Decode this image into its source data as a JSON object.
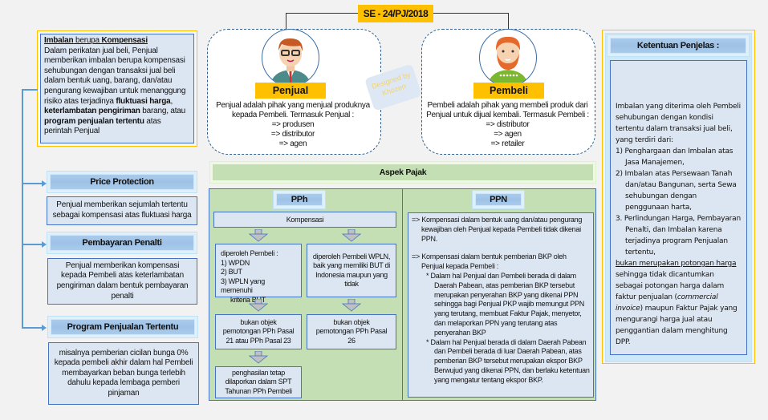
{
  "title": "SE - 24/PJ/2018",
  "watermark": {
    "line1": "Designed by",
    "line2": "Khozen"
  },
  "penjual": {
    "label": "Penjual",
    "desc_line1": "Penjual adalah pihak yang menjual produknya",
    "desc_line2": "kepada Pembeli. Termasuk Penjual :",
    "items": [
      "=> produsen",
      "=> distributor",
      "=> agen"
    ]
  },
  "pembeli": {
    "label": "Pembeli",
    "desc_line1": "Pembeli adalah pihak yang membeli produk dari",
    "desc_line2": "Penjual untuk dijual kembali. Termasuk Pembeli :",
    "items": [
      "=> distributor",
      "=> agen",
      "=> retailer"
    ]
  },
  "imbalan": {
    "heading_part1": "Imbalan",
    "heading_part2": " berupa ",
    "heading_part3": "Kompensasi",
    "text1": "Dalam perikatan jual beli, Penjual memberikan imbalan berupa kompensasi sehubungan dengan transaksi jual beli dalam bentuk uang, barang, dan/atau pengurang kewajiban untuk menanggung risiko atas terjadinya ",
    "bold1": "fluktuasi harga",
    "text2": ", ",
    "bold2": "keterlambatan pengiriman",
    "text3": " barang, atau ",
    "bold3": "program penjualan tertentu",
    "text4": " atas perintah Penjual"
  },
  "categories": [
    {
      "title": "Price Protection",
      "desc": "Penjual memberikan sejumlah tertentu sebagai kompensasi atas fluktuasi harga"
    },
    {
      "title": "Pembayaran Penalti",
      "desc": "Penjual memberikan kompensasi kepada Pembeli atas keterlambatan pengiriman dalam bentuk pembayaran penalti"
    },
    {
      "title": "Program Penjualan Tertentu",
      "desc": "misalnya pemberian cicilan bunga 0% kepada pembeli akhir dalam hal Pembeli membayarkan beban bunga terlebih dahulu kepada lembaga pemberi pinjaman"
    }
  ],
  "aspek_pajak": {
    "title": "Aspek Pajak",
    "pph": {
      "title": "PPh",
      "kompensasi": "Kompensasi",
      "left_box_heading": "diperoleh Pembeli :",
      "left_box_items": [
        "1) WPDN",
        "2) BUT",
        "3) WPLN yang memenuhi",
        "kriteria BUT"
      ],
      "right_box": "diperoleh Pembeli WPLN, baik yang memiliki BUT di Indonesia maupun yang tidak",
      "left_result": "bukan objek pemotongan PPh Pasal 21 atau PPh Pasal 23",
      "right_result": "bukan objek pemotongan PPh Pasal 26",
      "final": "penghasilan tetap dilaporkan dalam SPT Tahunan PPh Pembeli"
    },
    "ppn": {
      "title": "PPN",
      "point1": "=> Kompensasi dalam bentuk uang dan/atau pengurang kewajiban oleh Penjual kepada Pembeli tidak dikenai PPN.",
      "point2": "=> Kompensasi dalam bentuk pemberian BKP oleh Penjual kepada Pembeli :",
      "sub1": "* Dalam hal Penjual dan Pembeli berada di dalam Daerah Pabean, atas pemberian BKP tersebut merupakan penyerahan BKP yang dikenai PPN sehingga bagi Penjual PKP wajib memungut PPN yang terutang, membuat Faktur Pajak, menyetor, dan melaporkan PPN yang terutang atas penyerahan BKP",
      "sub2": "* Dalam hal Penjual berada di dalam Daerah Pabean dan Pembeli berada di luar Daerah Pabean, atas pemberian BKP tersebut merupakan ekspor BKP Berwujud yang dikenai PPN, dan berlaku ketentuan yang mengatur tentang ekspor BKP."
    }
  },
  "ketentuan": {
    "title": "Ketentuan Penjelas :",
    "intro": "Imbalan yang diterima oleh Pembeli sehubungan dengan kondisi tertentu dalam transaksi jual beli, yang terdiri dari:",
    "items": [
      "1) Penghargaan dan Imbalan atas Jasa Manajemen,",
      "2) Imbalan atas Persewaan Tanah dan/atau Bangunan, serta Sewa sehubungan dengan penggunaan harta,",
      "3. Perlindungan Harga, Pembayaran Penalti, dan Imbalan karena terjadinya program Penjualan tertentu,"
    ],
    "underlined": "bukan merupakan potongan harga",
    "text_a": " sehingga tidak dicantumkan sebagai potongan harga dalam faktur penjualan (",
    "italic": "commercial invoice",
    "text_b": ") maupun Faktur Pajak yang mengurangi harga jual atau penggantian dalam menghitung DPP."
  },
  "colors": {
    "accent_yellow": "#ffc000",
    "box_blue": "#dce6f2",
    "border_blue": "#4472c4",
    "green_panel": "#c4dfb3"
  }
}
